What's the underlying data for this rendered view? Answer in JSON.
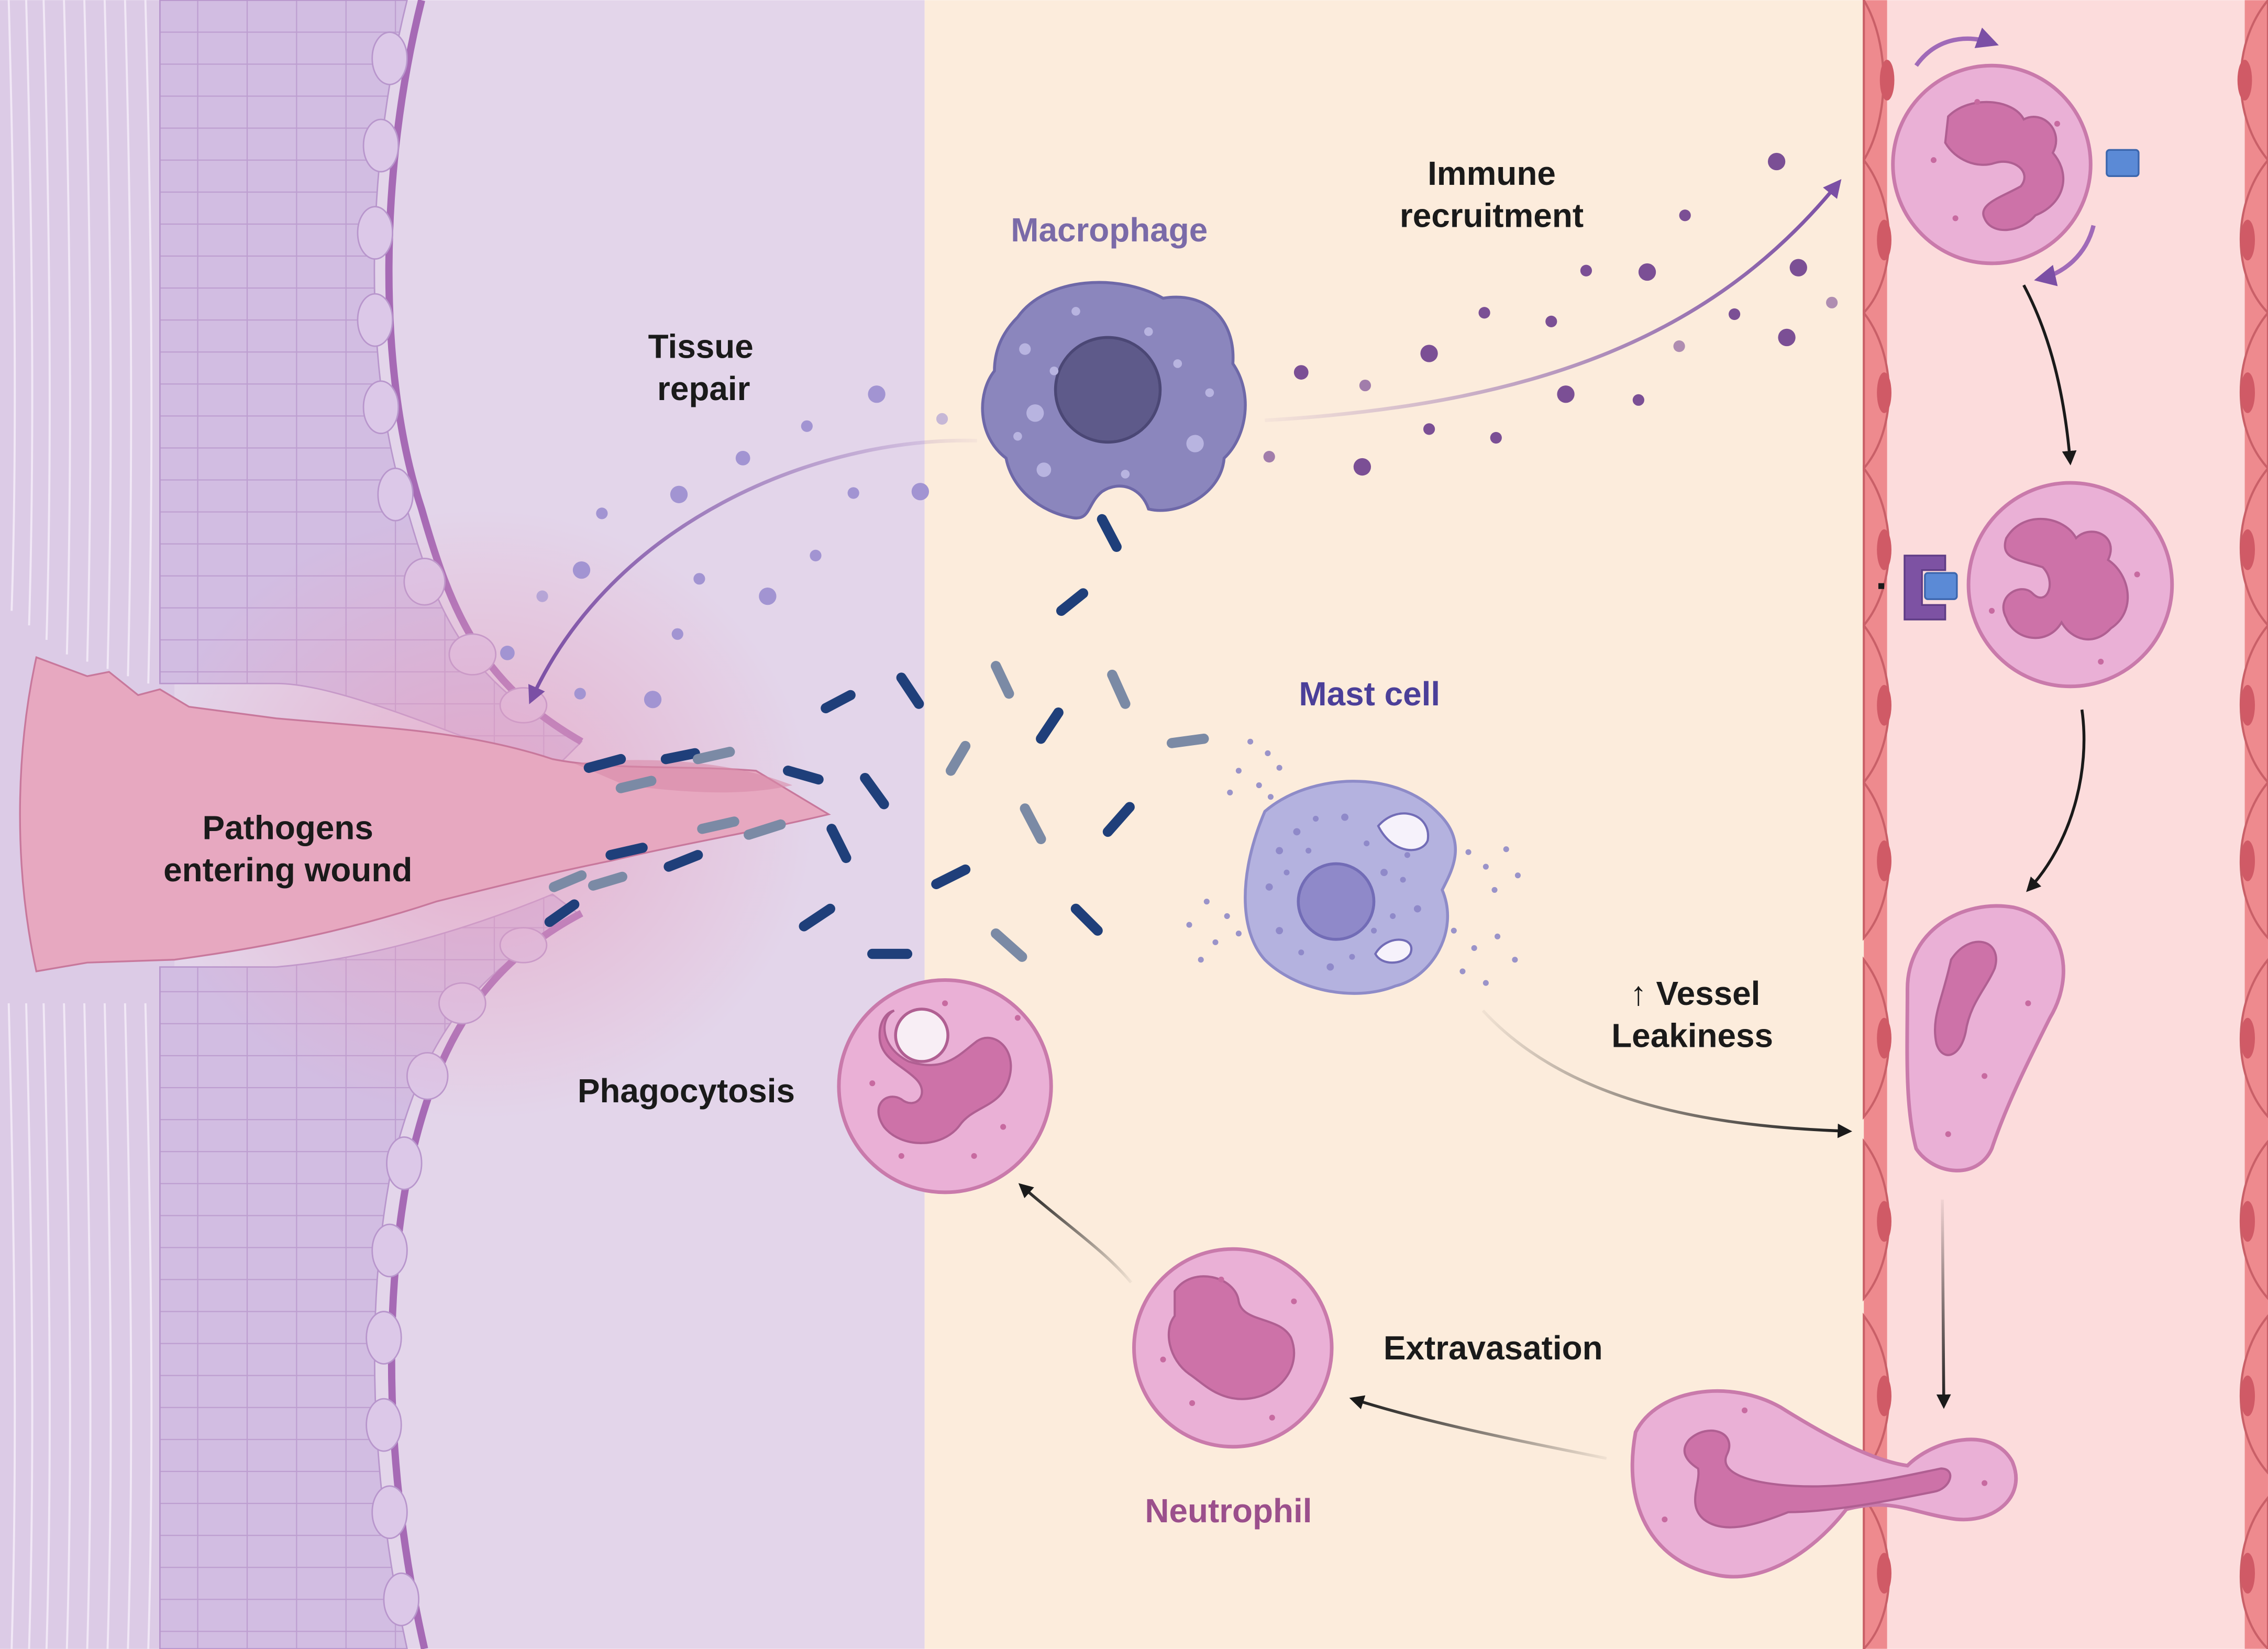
{
  "diagram": {
    "labels": {
      "pathogens_line1": "Pathogens",
      "pathogens_line2": "entering wound",
      "tissue_line1": "Tissue",
      "tissue_line2": "repair",
      "macrophage": "Macrophage",
      "immune_line1": "Immune",
      "immune_line2": "recruitment",
      "mast_cell": "Mast cell",
      "vessel_line1": "↑ Vessel",
      "vessel_line2": "Leakiness",
      "phagocytosis": "Phagocytosis",
      "extravasation": "Extravasation",
      "neutrophil": "Neutrophil"
    },
    "colors": {
      "skin_panel": "#e3d5ea",
      "tissue_panel": "#fcecdc",
      "vessel_lumen": "#fcdcdc",
      "endothelium": "#ee8a8e",
      "wound": "#e7a8c0",
      "macrophage": "#8b86bd",
      "macrophage_nucleus": "#5e5a8a",
      "mast_cell": "#b4b2df",
      "neutrophil": "#eab0d6",
      "neutrophil_nucleus": "#cd72a8",
      "bacteria_dark": "#1f3f7a",
      "bacteria_light": "#7b8aa5",
      "label_dark": "#1a1a1a",
      "label_macrophage": "#7a6aa8",
      "label_mast": "#4b3f99",
      "label_neutrophil": "#9b4f8c",
      "adhesion_receptor": "#7d52a3",
      "adhesion_ligand": "#5b8ad6"
    }
  }
}
